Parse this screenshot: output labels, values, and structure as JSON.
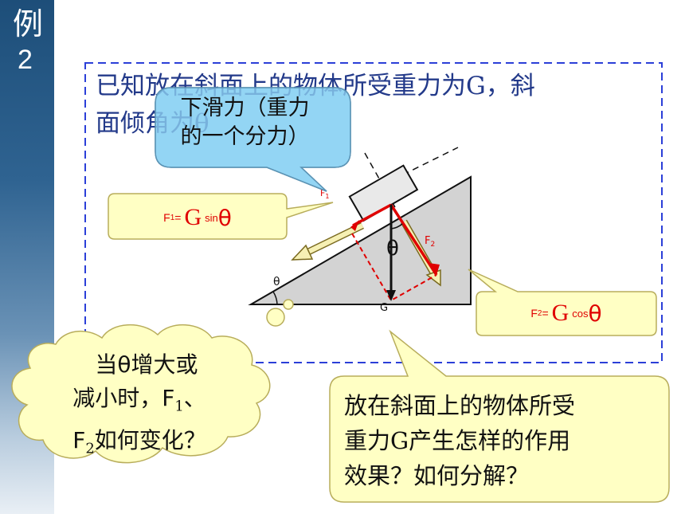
{
  "badge": {
    "char": "例",
    "number": "2"
  },
  "statement": {
    "line1": "已知放在斜面上的物体所受重力为G，斜",
    "line2": "面倾角为θ"
  },
  "callout_slide": {
    "line1": "下滑力（重力",
    "line2": "的一个分力）"
  },
  "formula1": {
    "prefix": "F",
    "sub": "1",
    "eq": "=",
    "G": "G",
    "trig": "sin",
    "theta": "θ"
  },
  "formula2": {
    "prefix": "F",
    "sub": "2",
    "eq": "=",
    "G": "G",
    "trig": "cos",
    "theta": "θ"
  },
  "diagram": {
    "label_f1_partial": "F",
    "label_f1_sub": "1",
    "label_f2": "F",
    "label_f2_sub": "2",
    "label_theta_incline": "θ",
    "label_theta_block": "θ",
    "label_G": "G"
  },
  "thought_cloud": {
    "part1": "当",
    "theta": "θ",
    "part2": "增大或",
    "line2_a": "减小时，",
    "line2_f": "F",
    "line2_sub": "1",
    "line2_b": "、",
    "line3_f": "F",
    "line3_sub": "2",
    "line3_b": "如何变化？"
  },
  "question": {
    "line1": "放在斜面上的物体所受",
    "line2": "重力G产生怎样的作用",
    "line3": "效果？如何分解？"
  },
  "colors": {
    "sidebar_top": "#1d4e79",
    "statement_text": "#233a8a",
    "dashed_frame": "#2b3fd8",
    "callout_blue": "#8fd3f4",
    "callout_yellow": "#ffffc4",
    "force_red": "#e00000",
    "incline_gray": "#d3d3d3"
  }
}
